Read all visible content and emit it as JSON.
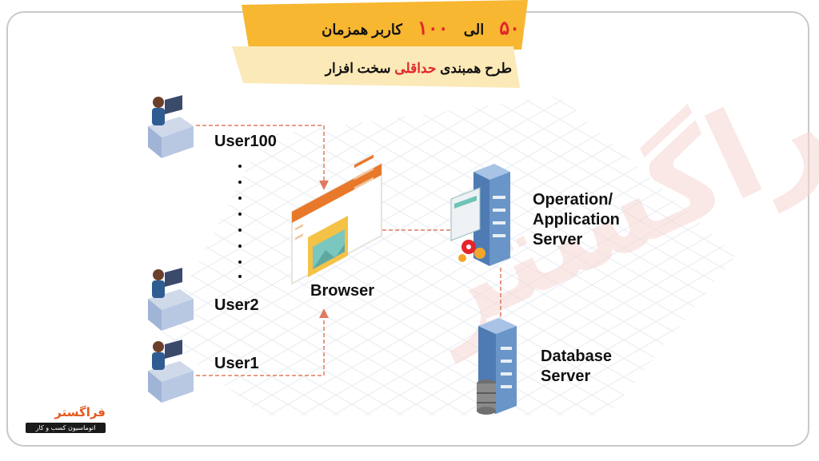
{
  "banner": {
    "line1": {
      "n1": "۵۰",
      "sep": "الی",
      "n2": "۱۰۰",
      "text": "کاربر همزمان"
    },
    "line2": {
      "pre": "طرح همبندی",
      "highlight": "حداقلی",
      "post": "سخت افزار"
    }
  },
  "users": {
    "top": "User100",
    "mid": "User2",
    "bottom": "User1"
  },
  "nodes": {
    "browser": "Browser",
    "app_server_line1": "Operation/",
    "app_server_line2": "Application",
    "app_server_line3": "Server",
    "db_server_line1": "Database",
    "db_server_line2": "Server"
  },
  "logo": {
    "name": "فراگستر",
    "tagline": "اتوماسیون کسب و کار"
  },
  "watermark": "فراگستر",
  "colors": {
    "banner_yellow": "#f7b731",
    "banner_cream": "#fbe9b7",
    "accent_red": "#e3242b",
    "connector": "#e07a5f",
    "server_blue": "#6a95c8",
    "brand_orange": "#e55a1c"
  }
}
